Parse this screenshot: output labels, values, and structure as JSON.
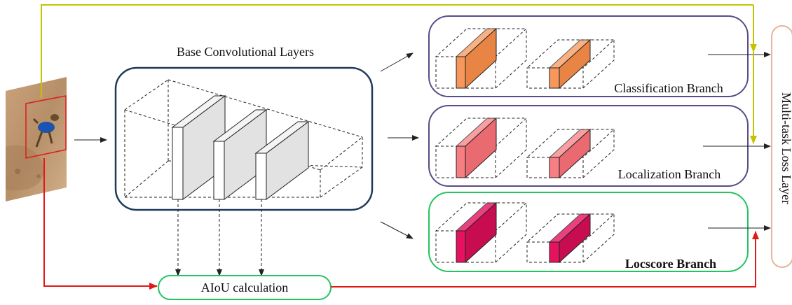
{
  "labels": {
    "base": "Base Convolutional Layers",
    "classification": "Classification Branch",
    "localization": "Localization Branch",
    "locscore": "Locscore Branch",
    "aiou": "AIoU calculation",
    "loss": "Multi-task Loss Layer"
  },
  "colors": {
    "classification_box": "#5a4a86",
    "localization_box": "#5a4a86",
    "locscore_box": "#22c460",
    "aiou_box": "#22c460",
    "loss_box": "#e8b49a",
    "base_box": "#1f3b5a",
    "classification_fill": "#f7975b",
    "localization_fill": "#f77e82",
    "locscore_fill": "#e6125f",
    "yellow_arrow": "#c3c300",
    "red_arrow": "#e11919",
    "layer_fill": "#e2e2e2"
  }
}
